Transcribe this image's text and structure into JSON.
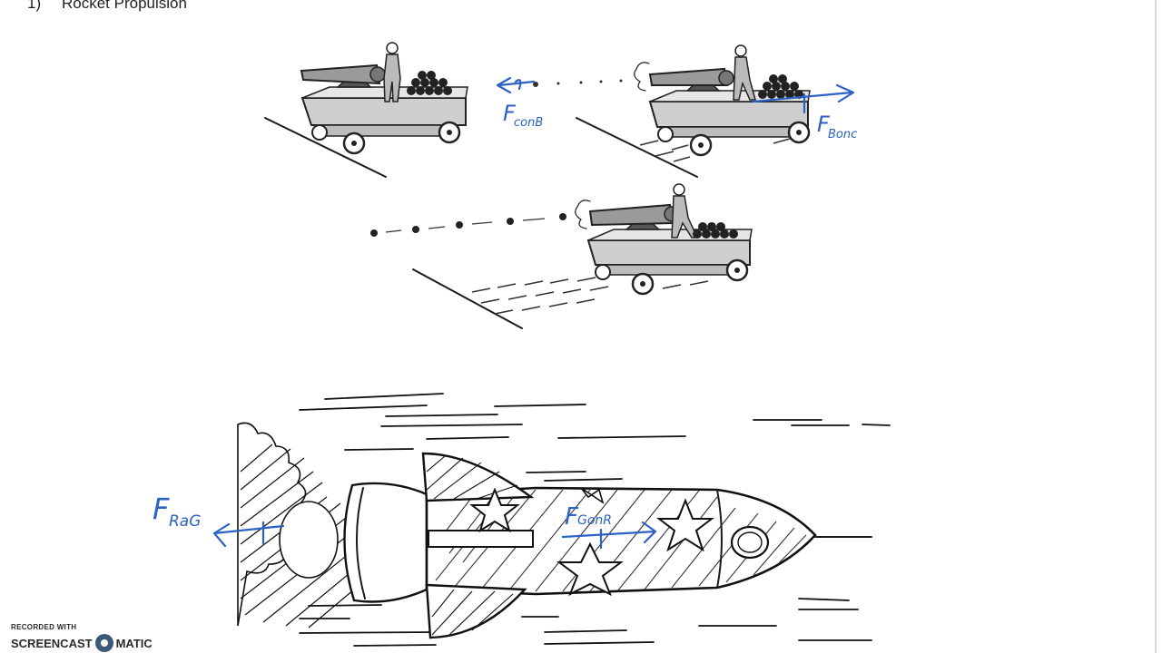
{
  "slide": {
    "heading_number": "1)",
    "heading_text": "Rocket Propulsion"
  },
  "annotations": {
    "f_conb": "F",
    "f_conb_sub": "conB",
    "f_bonc": "F",
    "f_bonc_sub": "Bonc",
    "f_rag": "F",
    "f_rag_sub": "RaG",
    "f_gonr": "F",
    "f_gonr_sub": "GonR"
  },
  "watermark": {
    "line1": "RECORDED WITH",
    "line2_a": "SCREENCAST",
    "line2_b": "MATIC"
  },
  "colors": {
    "pen": "#2b62c3",
    "ink": "#1a1a1a"
  }
}
